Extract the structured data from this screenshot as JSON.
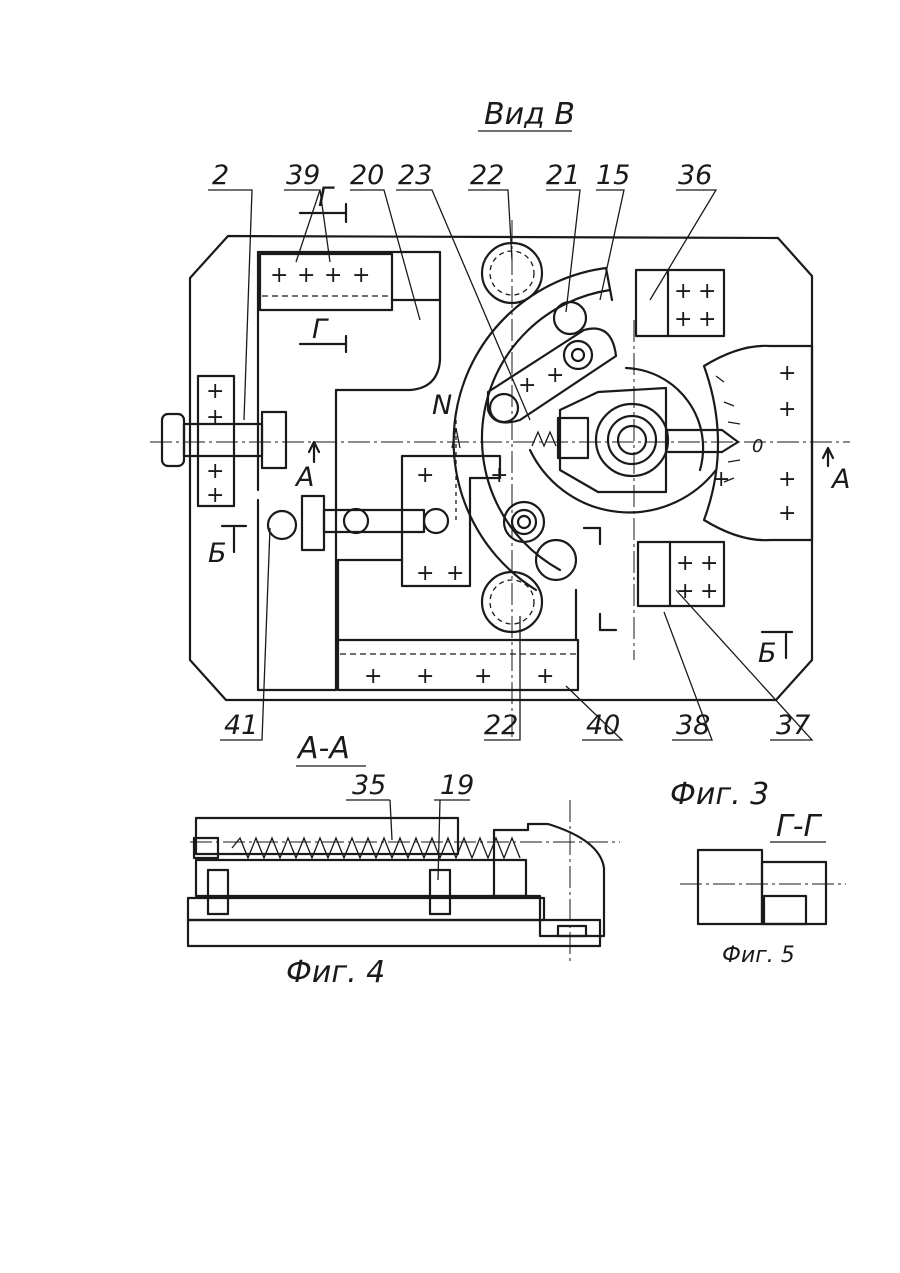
{
  "view_title": "Вид В",
  "section_aa": "А-А",
  "section_gg": "Г-Г",
  "fig3": "Фиг. 3",
  "fig4": "Фиг. 4",
  "fig5": "Фиг. 5",
  "callouts": {
    "c2": "2",
    "c39": "39",
    "c20": "20",
    "c23": "23",
    "c22a": "22",
    "c21": "21",
    "c15": "15",
    "c36": "36",
    "c41": "41",
    "c22b": "22",
    "c40": "40",
    "c38": "38",
    "c37": "37",
    "c35": "35",
    "c19": "19"
  },
  "markers": {
    "g": "Г",
    "a": "А",
    "b": "Б",
    "n": "N",
    "zero": "0"
  }
}
